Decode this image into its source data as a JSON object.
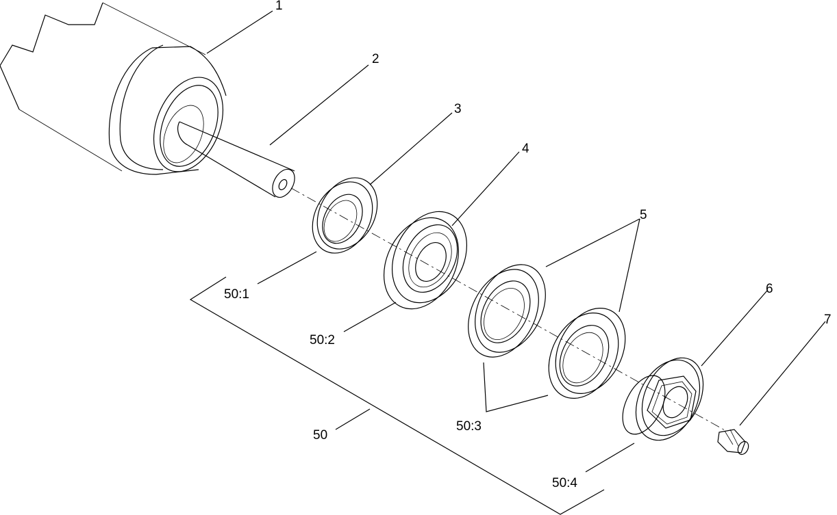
{
  "callouts": {
    "c1": "1",
    "c2": "2",
    "c3": "3",
    "c4": "4",
    "c5": "5",
    "c6": "6",
    "c7": "7",
    "c50": "50",
    "c50_1": "50:1",
    "c50_2": "50:2",
    "c50_3": "50:3",
    "c50_4": "50:4"
  }
}
